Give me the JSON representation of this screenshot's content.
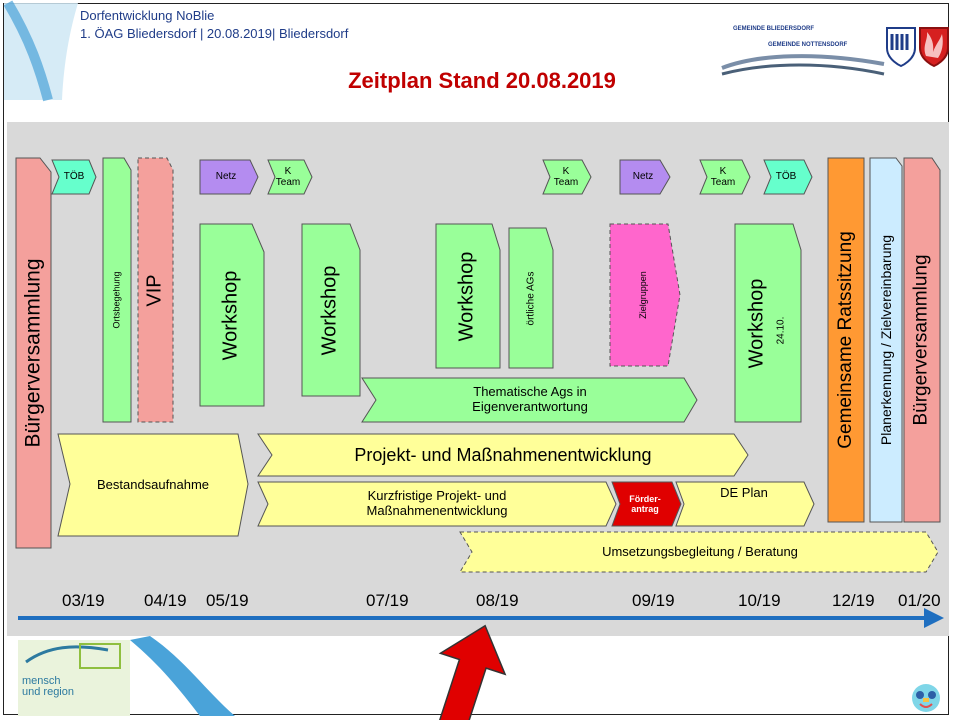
{
  "header": {
    "line1": "Dorfentwicklung NoBlie",
    "line2": "1. ÖAG Bliedersdorf | 20.08.2019| Bliedersdorf",
    "title": "Zeitplan Stand 20.08.2019",
    "logo_top": "GEMEINDE BLIEDERSDORF",
    "logo_bottom": "GEMEINDE NOTTENSDORF"
  },
  "blocks": {
    "buergerversammlung_start": "Bürgerversammlung",
    "toeb_1": "TÖB",
    "ortsbegehung": "Ortsbegehung",
    "vip": "VIP",
    "netz_1": "Netz",
    "kteam_1": "K\nTeam",
    "workshop_1": "Workshop",
    "workshop_2": "Workshop",
    "workshop_3": "Workshop",
    "oertliche_ags": "örtliche AGs",
    "kteam_2": "K\nTeam",
    "netz_2": "Netz",
    "zielgruppen": "Zielgruppen",
    "kteam_3": "K\nTeam",
    "toeb_2": "TÖB",
    "workshop_4": "Workshop",
    "workshop_4_date": "24.10.",
    "thematische_ags": "Thematische Ags in\nEigenverantwortung",
    "gemeinsame_ratssitzung": "Gemeinsame Ratssitzung",
    "planerkennung": "Planerkennung / Zielvereinbarung",
    "buergerversammlung_end": "Bürgerversammlung",
    "bestandsaufnahme": "Bestandsaufnahme",
    "projekt_massnahmen": "Projekt- und Maßnahmenentwicklung",
    "kurzfristige": "Kurzfristige Projekt- und\nMaßnahmenentwicklung",
    "foerderantrag": "Förder-\nantrag",
    "de_plan": "DE Plan",
    "umsetzung": "Umsetzungsbegleitung / Beratung"
  },
  "timeline": {
    "months": [
      "03/19",
      "04/19",
      "05/19",
      "07/19",
      "08/19",
      "09/19",
      "10/19",
      "12/19",
      "01/20"
    ]
  },
  "footer": {
    "logo_line1": "mensch",
    "logo_line2": "und region"
  },
  "colors": {
    "green": "#99ff99",
    "salmon": "#f4a09c",
    "purple": "#b48cf0",
    "teal": "#66ffcc",
    "magenta": "#ff66cc",
    "yellow": "#ffff99",
    "orange": "#ff9933",
    "lightblue": "#ccecff",
    "red": "#e00000",
    "blue_arrow": "#1f6fc0",
    "title_red": "#c00000"
  }
}
